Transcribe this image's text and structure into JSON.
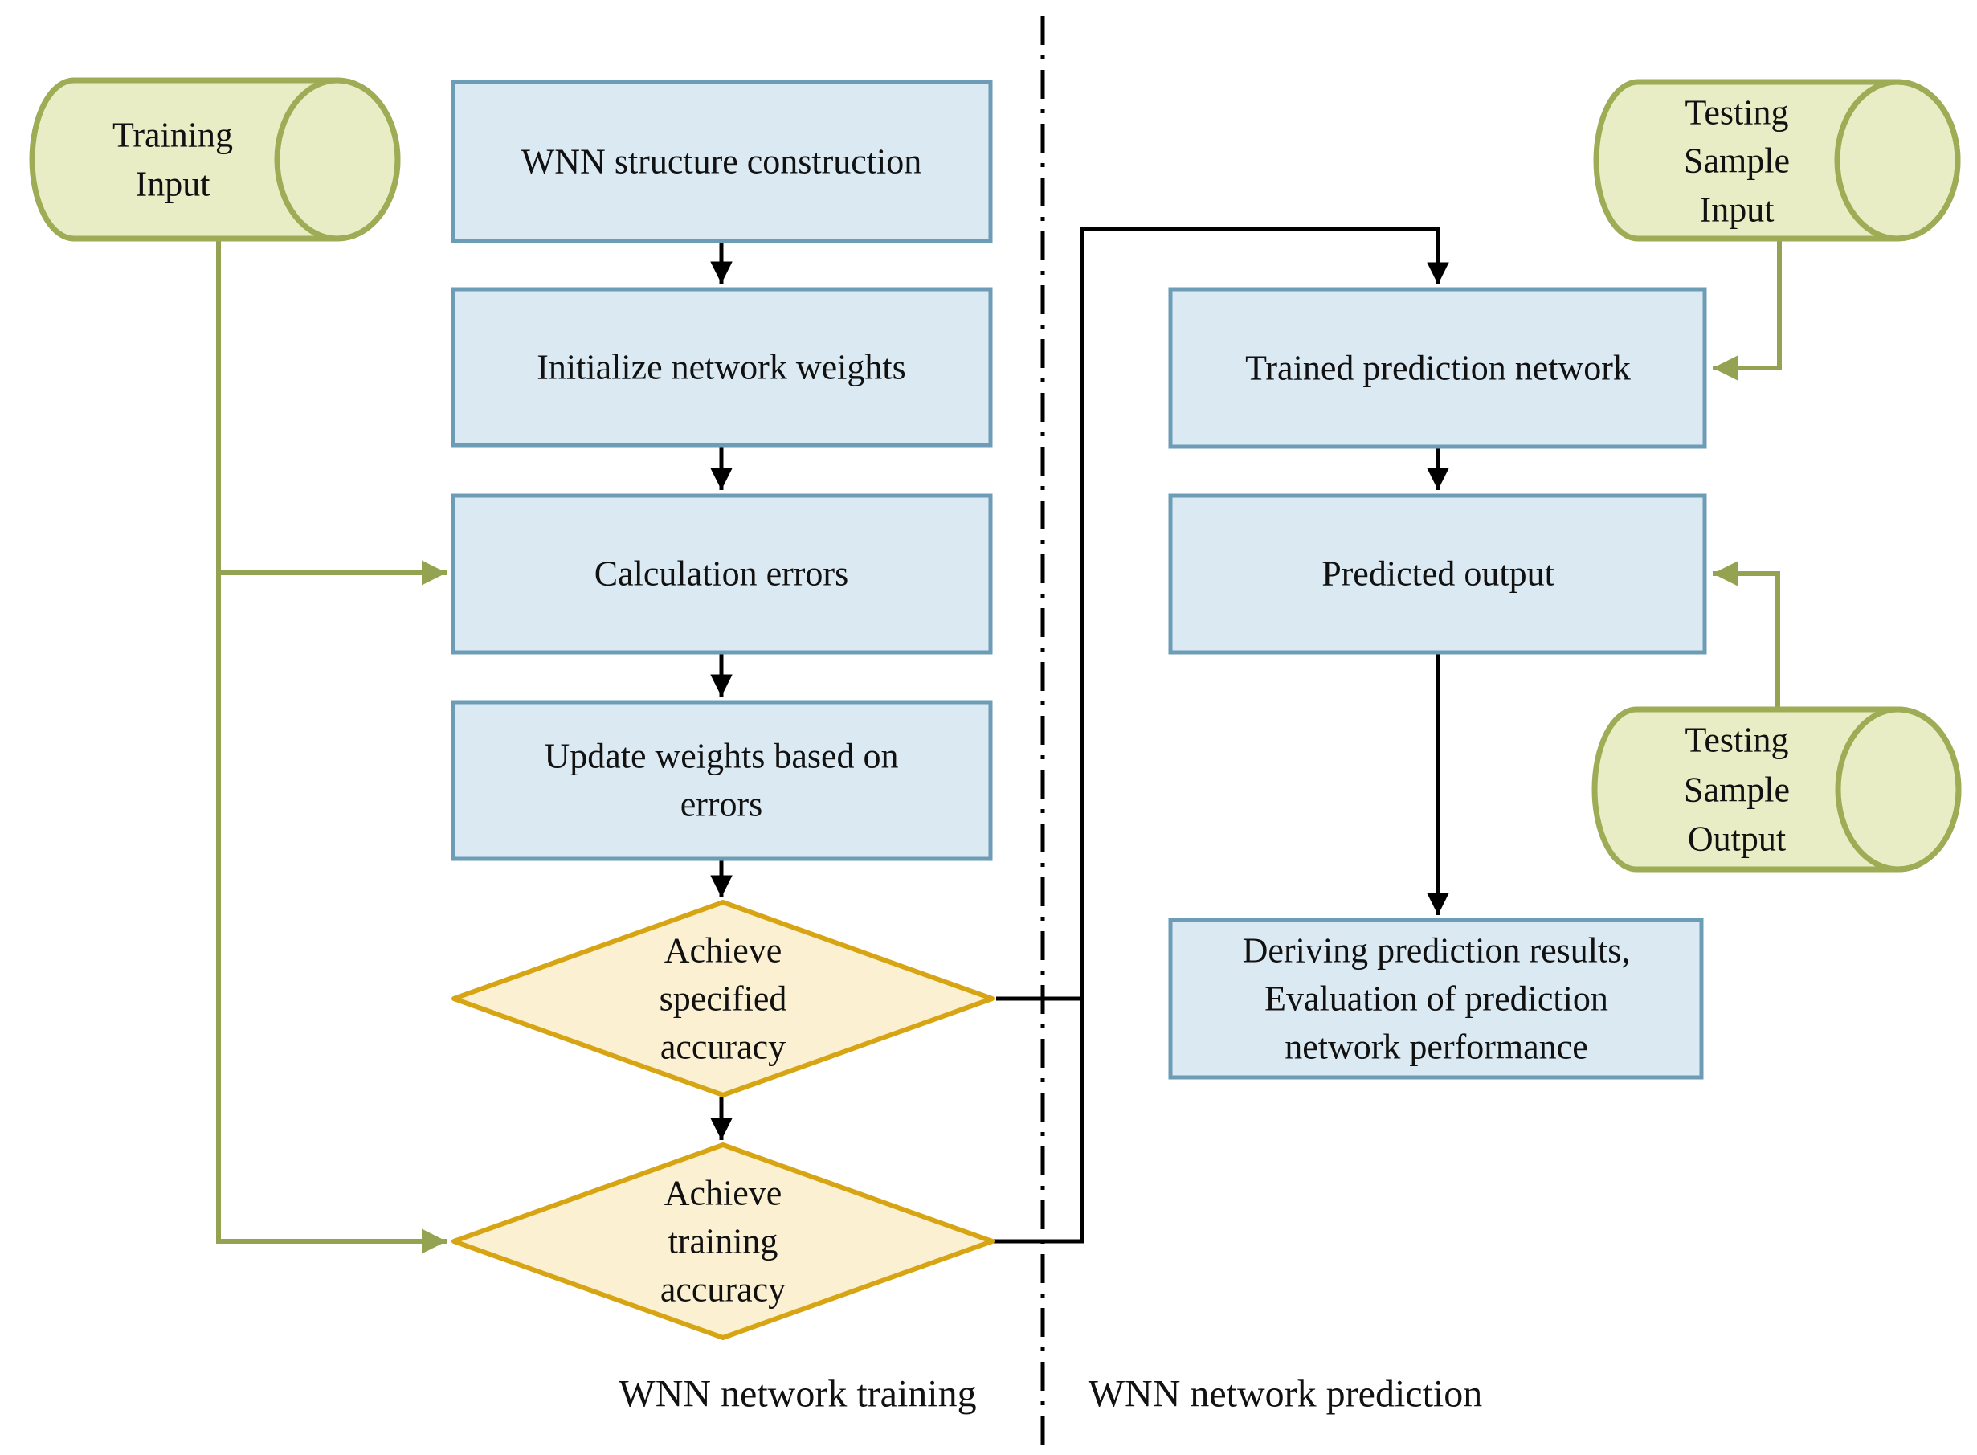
{
  "regions": {
    "training_title": "WNN network training",
    "prediction_title": "WNN network prediction"
  },
  "nodes": {
    "training_input": {
      "lines": [
        "Training",
        "Input"
      ]
    },
    "wnn_structure": {
      "label": "WNN structure construction"
    },
    "init_weights": {
      "label": "Initialize network weights"
    },
    "calc_errors": {
      "label": "Calculation errors"
    },
    "update_weights": {
      "lines": [
        "Update weights based on",
        "errors"
      ]
    },
    "achieve_specified": {
      "lines": [
        "Achieve",
        "specified",
        "accuracy"
      ]
    },
    "achieve_training": {
      "lines": [
        "Achieve",
        "training",
        "accuracy"
      ]
    },
    "testing_sample_input": {
      "lines": [
        "Testing",
        "Sample",
        "Input"
      ]
    },
    "trained_network": {
      "label": "Trained prediction network"
    },
    "predicted_output": {
      "label": "Predicted output"
    },
    "testing_sample_output": {
      "lines": [
        "Testing",
        "Sample",
        "Output"
      ]
    },
    "deriving_results": {
      "lines": [
        "Deriving prediction results,",
        "Evaluation of prediction",
        "network performance"
      ]
    }
  },
  "colors": {
    "process_fill": "#dbe9f2",
    "process_border": "#6d9cb6",
    "data_fill": "#e9edc5",
    "data_border": "#9dac55",
    "decision_fill": "#fbf1d2",
    "decision_border": "#d7a513",
    "flow_green": "#94a351",
    "flow_black": "#000000",
    "divider": "#000000",
    "text": "#111111"
  }
}
